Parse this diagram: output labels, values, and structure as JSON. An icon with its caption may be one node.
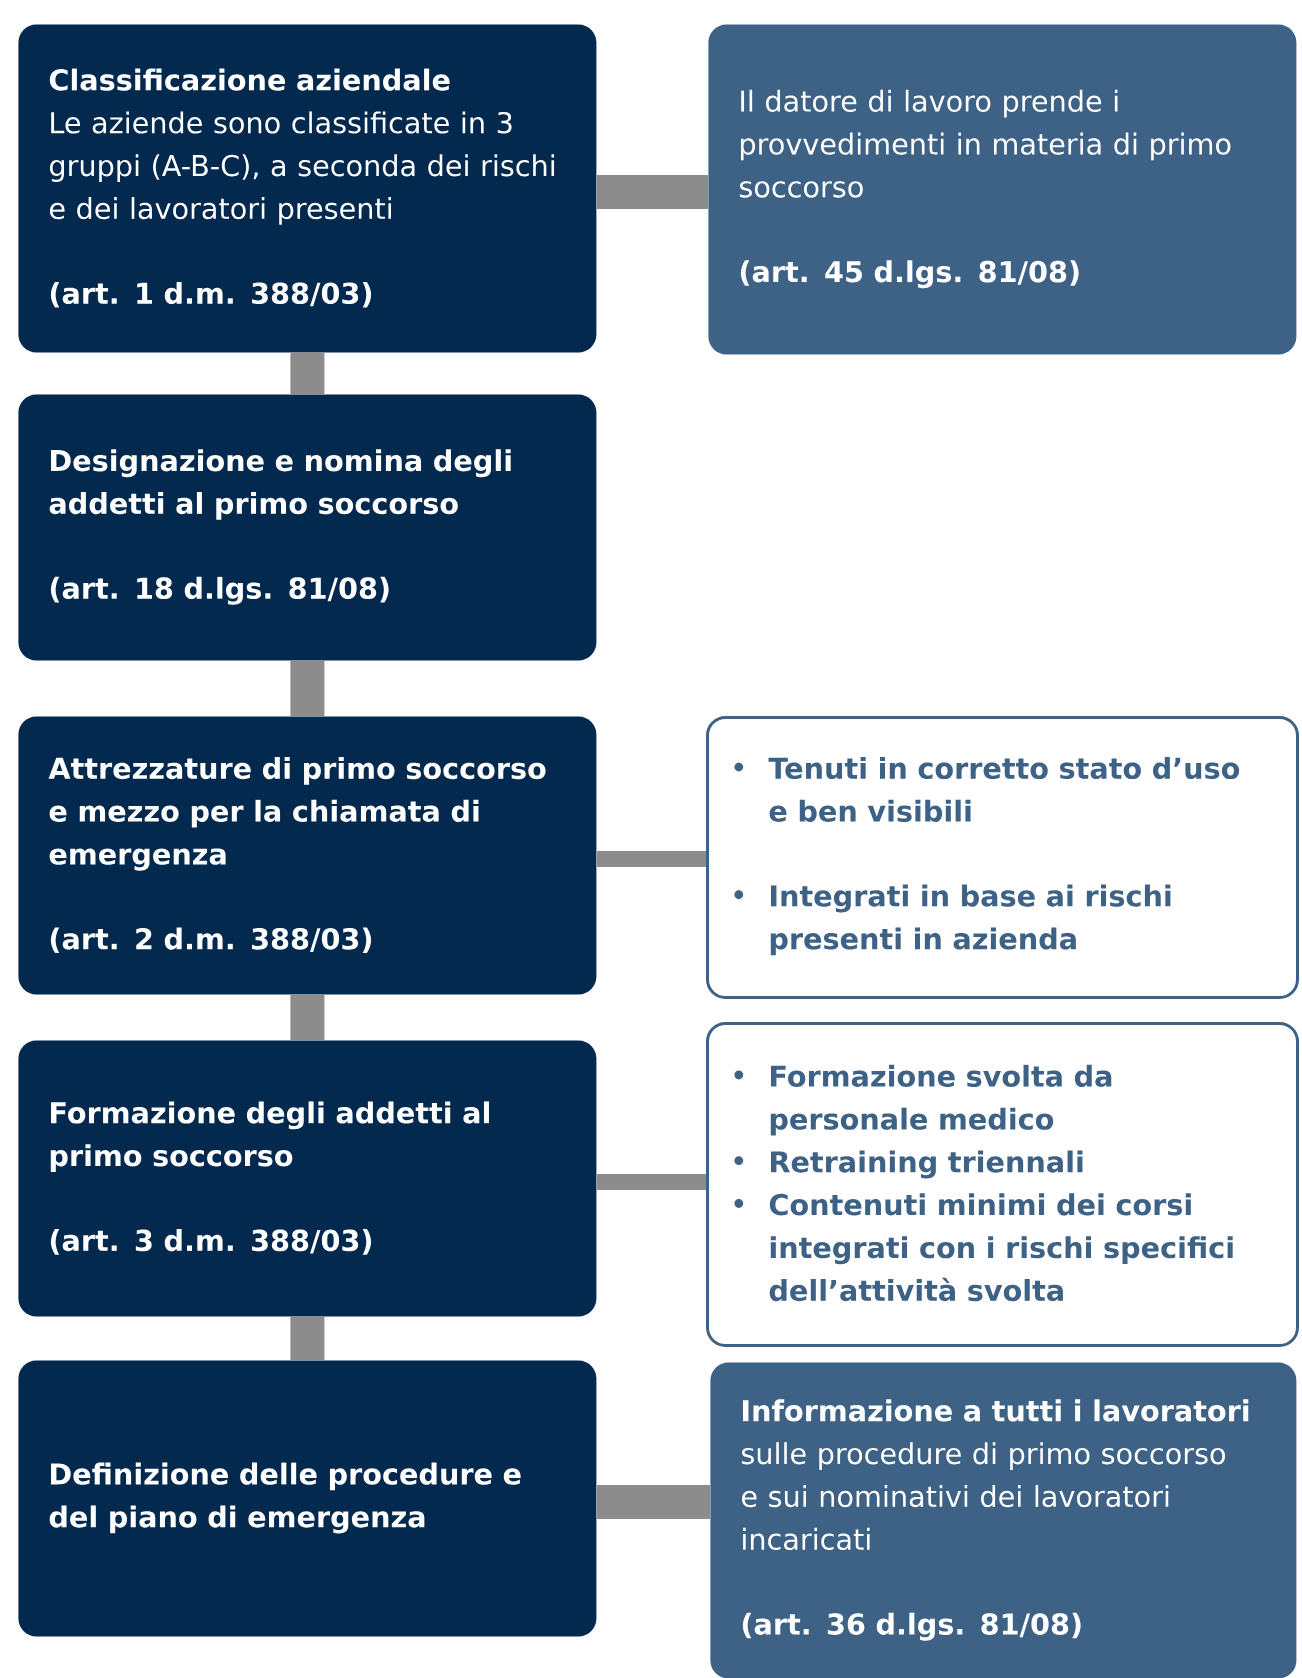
{
  "diagram": {
    "nodes": [
      {
        "text": [
          "Classificazione aziendale",
          "Le aziende sono classificate in 3 gruppi (A-B-C), a seconda dei rischi e dei lavoratori presenti",
          "(art. 1 d.m. 388/03)"
        ]
      },
      {
        "text": [
          "Il datore di lavoro prende i provvedimenti in materia di primo soccorso",
          "(art. 45 d.lgs. 81/08)"
        ]
      },
      {
        "text": [
          "Designazione e nomina degli addetti al primo soccorso",
          "(art. 18 d.lgs. 81/08)"
        ]
      },
      {
        "text": [
          "Attrezzature di primo soccorso e mezzo per la chiamata di emergenza",
          "(art. 2 d.m. 388/03)"
        ]
      },
      {
        "text": [
          "Tenuti in corretto stato d’uso e ben visibili",
          "Integrati in base ai rischi presenti in azienda"
        ]
      },
      {
        "text": [
          "Formazione degli addetti al primo soccorso",
          "(art. 3 d.m. 388/03)"
        ]
      },
      {
        "text": [
          "Formazione svolta da personale medico",
          "Retraining triennali",
          "Contenuti minimi dei corsi integrati con i rischi specifici dell’attività svolta"
        ]
      },
      {
        "text": [
          "Definizione delle procedure e del piano di emergenza"
        ]
      },
      {
        "text": [
          "**Informazione a tutti i lavoratori** sulle procedure di primo soccorso e sui nominativi dei lavoratori incaricati",
          "(art. 36 d.lgs. 81/08)"
        ]
      }
    ],
    "edges": [
      {
        "from": 0,
        "to": 1,
        "arrow": "none"
      },
      {
        "from": 0,
        "to": 2,
        "arrow": "none"
      },
      {
        "from": 2,
        "to": 3,
        "arrow": "none"
      },
      {
        "from": 3,
        "to": 4,
        "arrow": "none"
      },
      {
        "from": 3,
        "to": 5,
        "arrow": "none"
      },
      {
        "from": 5,
        "to": 6,
        "arrow": "none"
      },
      {
        "from": 5,
        "to": 7,
        "arrow": "none"
      },
      {
        "from": 7,
        "to": 8,
        "arrow": "none"
      }
    ]
  }
}
